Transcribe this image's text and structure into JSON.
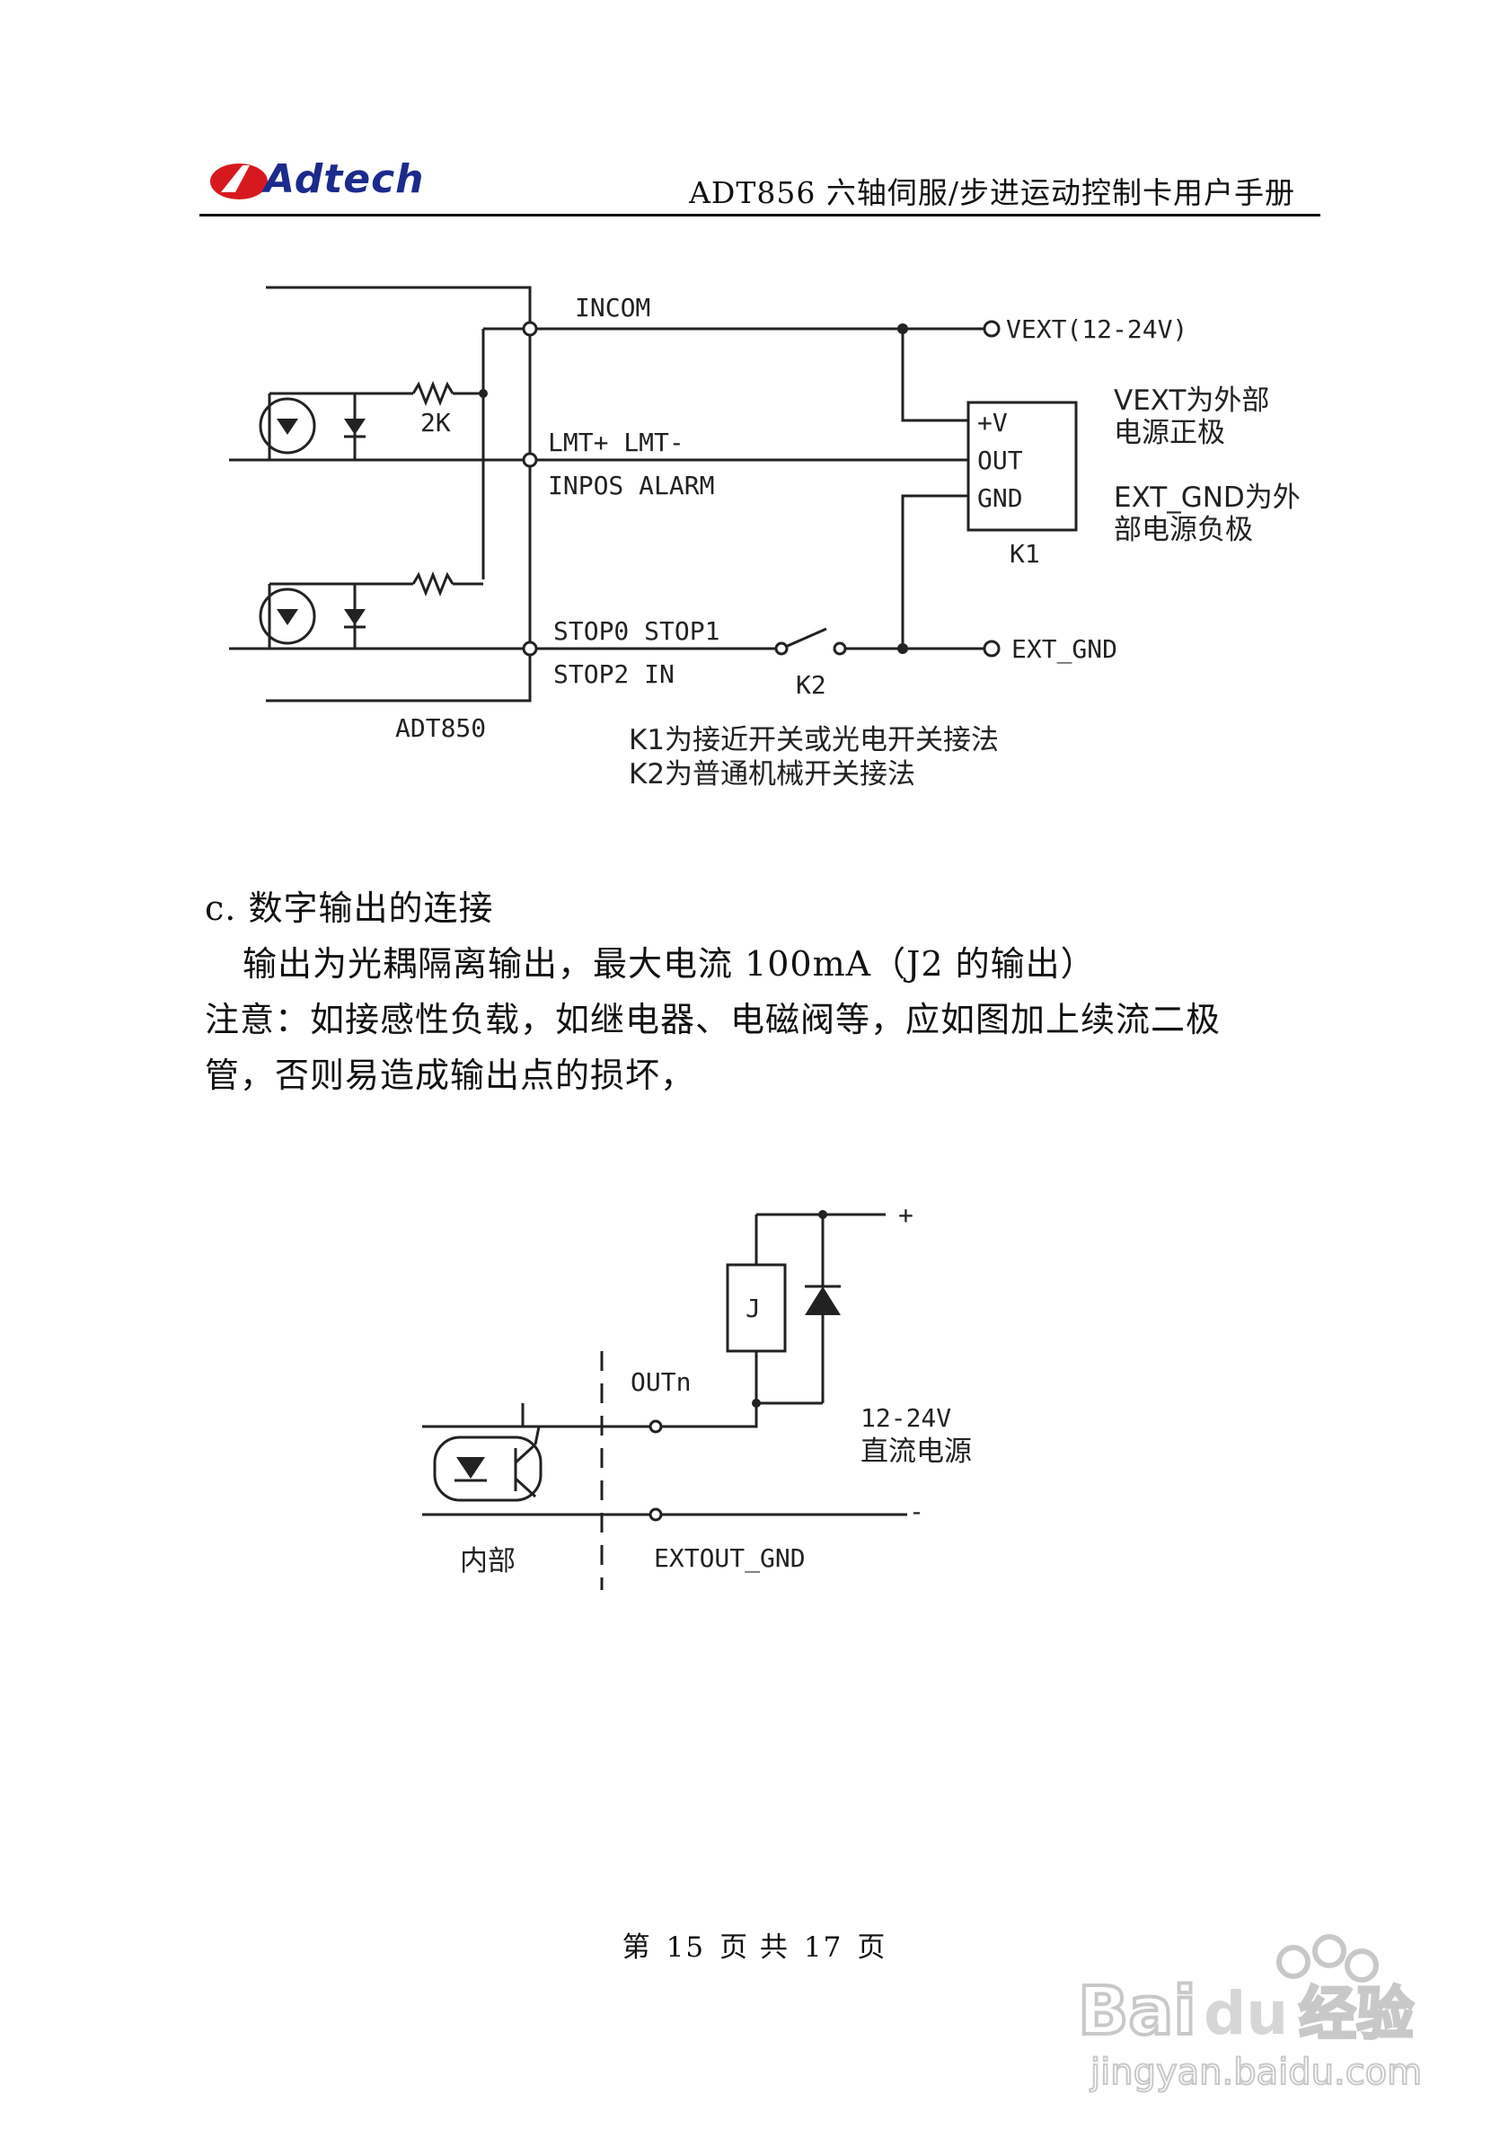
{
  "header": {
    "logo_text": "Adtech",
    "title": "ADT856 六轴伺服/步进运动控制卡用户手册"
  },
  "figure1": {
    "incom": "INCOM",
    "vext": "VEXT(12-24V)",
    "r2k": "2K",
    "lmt": "LMT+ LMT-",
    "inpos": "INPOS ALARM",
    "k1_pins": [
      "+V",
      "OUT",
      "GND"
    ],
    "k1_label": "K1",
    "stop_row1": "STOP0 STOP1",
    "stop_row2": "STOP2  IN",
    "k2_label": "K2",
    "ext_gnd": "EXT_GND",
    "card": "ADT850",
    "note_vext": [
      "VEXT为外部",
      "电源正极"
    ],
    "note_extgnd": [
      "EXT_GND为外",
      "部电源负极"
    ],
    "legend": [
      "K1为接近开关或光电开关接法",
      "K2为普通机械开关接法"
    ]
  },
  "section": {
    "heading": "c. 数字输出的连接",
    "para1": "输出为光耦隔离输出，最大电流 100mA（J2 的输出）",
    "para2_line1": "注意：如接感性负载，如继电器、电磁阀等，应如图加上续流二极",
    "para2_line2": "管，否则易造成输出点的损坏，"
  },
  "figure2": {
    "plus": "+",
    "minus": "-",
    "relay": "J",
    "outn": "OUTn",
    "supply_v": "12-24V",
    "supply_desc": "直流电源",
    "internal": "内部",
    "extout_gnd": "EXTOUT_GND"
  },
  "footer": {
    "prefix": "第",
    "page": "15",
    "mid": "页 共",
    "total": "17",
    "suffix": "页"
  },
  "watermark": {
    "brand": "Bai",
    "brand2": "du",
    "product": "经验",
    "url": "jingyan.baidu.com"
  },
  "colors": {
    "logo_red": "#d7191f",
    "logo_blue": "#1c2a8c",
    "ink": "#111111",
    "watermark": "#c8c8c8"
  }
}
